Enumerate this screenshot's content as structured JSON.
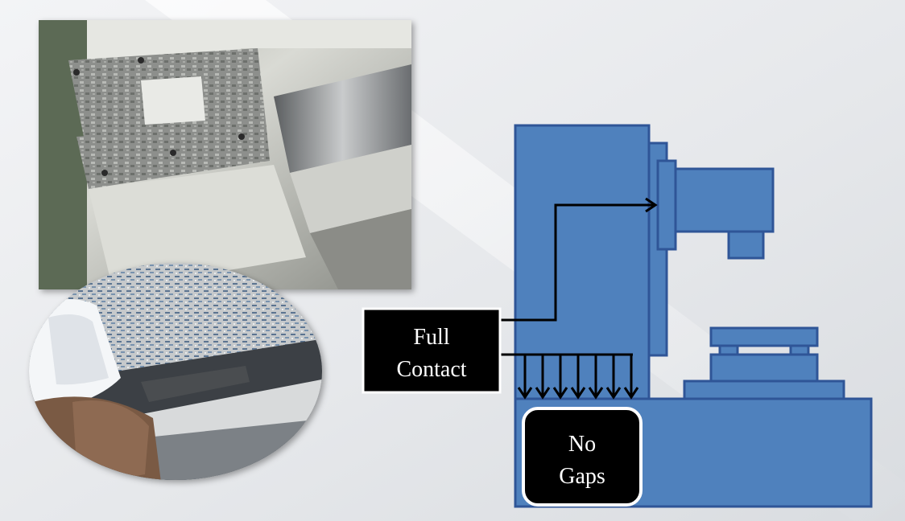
{
  "labels": {
    "full_contact_line1": "Full",
    "full_contact_line2": "Contact",
    "no_gaps_line1": "No",
    "no_gaps_line2": "Gaps"
  },
  "colors": {
    "machine_fill": "#4F81BD",
    "machine_stroke": "#2F5597",
    "label_box": "#000000",
    "label_text": "#ffffff",
    "arrow": "#000000"
  }
}
